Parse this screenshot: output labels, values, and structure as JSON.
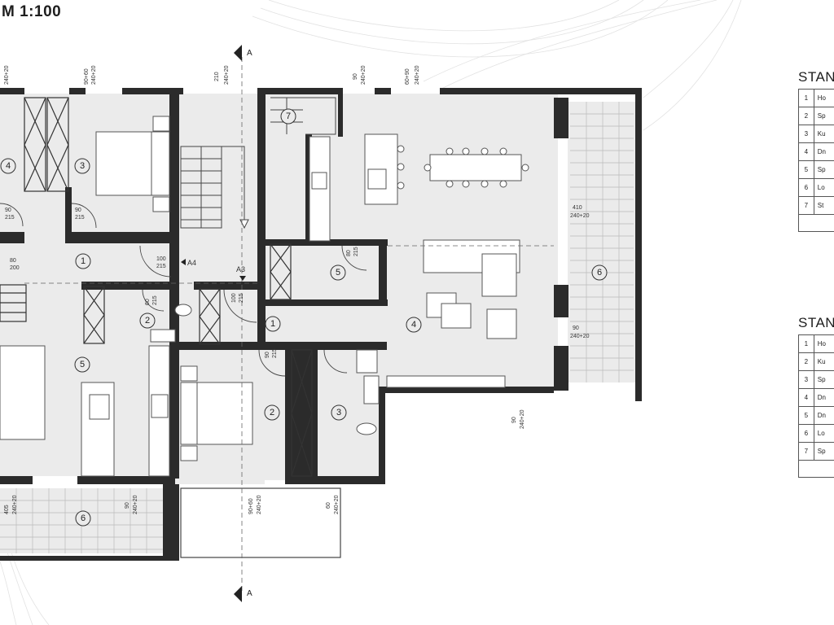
{
  "scale_title": "M 1:100",
  "section_marker": "A",
  "legend_top": {
    "heading": "STAN",
    "rows": [
      {
        "n": "1",
        "label": "Ho"
      },
      {
        "n": "2",
        "label": "Sp"
      },
      {
        "n": "3",
        "label": "Ku"
      },
      {
        "n": "4",
        "label": "Dn"
      },
      {
        "n": "5",
        "label": "Sp"
      },
      {
        "n": "6",
        "label": "Lo"
      },
      {
        "n": "7",
        "label": "St"
      }
    ]
  },
  "legend_bottom": {
    "heading": "STAN",
    "rows": [
      {
        "n": "1",
        "label": "Ho"
      },
      {
        "n": "2",
        "label": "Ku"
      },
      {
        "n": "3",
        "label": "Sp"
      },
      {
        "n": "4",
        "label": "Dn"
      },
      {
        "n": "5",
        "label": "Dn"
      },
      {
        "n": "6",
        "label": "Lo"
      },
      {
        "n": "7",
        "label": "Sp"
      }
    ]
  },
  "room_numbers": {
    "right_unit": [
      "7",
      "5",
      "1",
      "4",
      "6",
      "2",
      "3"
    ],
    "left_unit": [
      "4",
      "3",
      "1",
      "2",
      "5",
      "6"
    ]
  },
  "dimensions": {
    "top": [
      "240+20",
      "90+60",
      "240+20",
      "210",
      "240+20",
      "90",
      "240+20",
      "60+90",
      "240+20"
    ],
    "doors": [
      "90",
      "215",
      "90",
      "215",
      "80",
      "200",
      "100",
      "215",
      "100",
      "215",
      "60",
      "215",
      "80",
      "215",
      "90",
      "215"
    ],
    "right": [
      "410",
      "240+20",
      "90",
      "240+20"
    ],
    "bottom": [
      "405",
      "240+20",
      "90",
      "240+20",
      "90+60",
      "240+20",
      "60",
      "240+20",
      "90",
      "240+20"
    ],
    "door_tags": [
      "A4",
      "A3"
    ]
  }
}
